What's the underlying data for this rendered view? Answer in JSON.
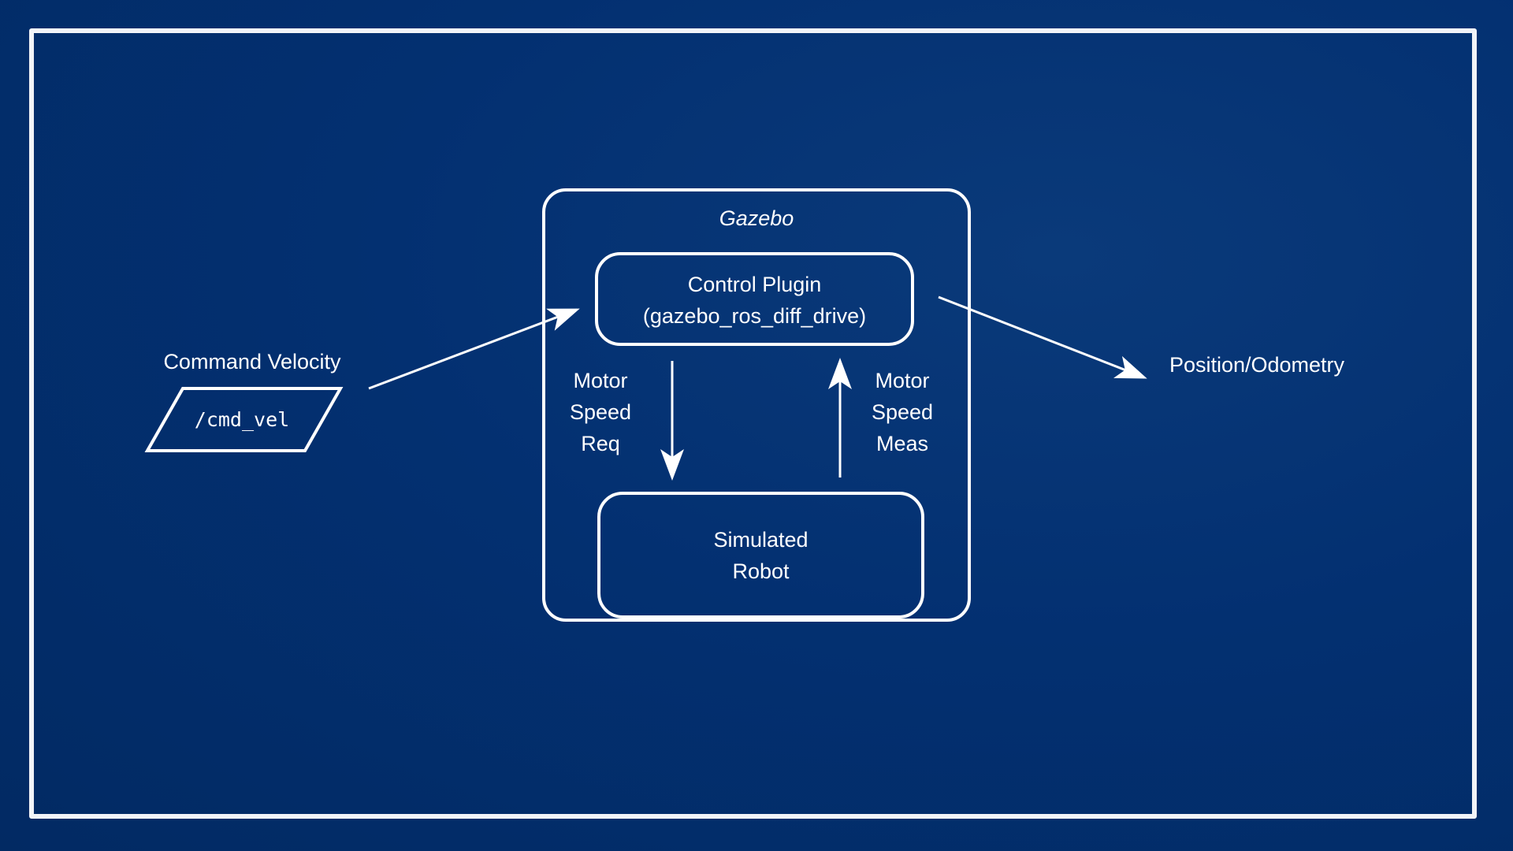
{
  "diagram": {
    "container_title": "Gazebo",
    "control_plugin": {
      "line1": "Control Plugin",
      "line2": "(gazebo_ros_diff_drive)"
    },
    "simulated_robot": {
      "line1": "Simulated",
      "line2": "Robot"
    },
    "motor_speed_req": {
      "line1": "Motor",
      "line2": "Speed",
      "line3": "Req"
    },
    "motor_speed_meas": {
      "line1": "Motor",
      "line2": "Speed",
      "line3": "Meas"
    },
    "input": {
      "label": "Command Velocity",
      "topic": "/cmd_vel"
    },
    "output": {
      "label": "Position/Odometry"
    }
  },
  "colors": {
    "background": "#022a63",
    "stroke": "#ffffff"
  }
}
